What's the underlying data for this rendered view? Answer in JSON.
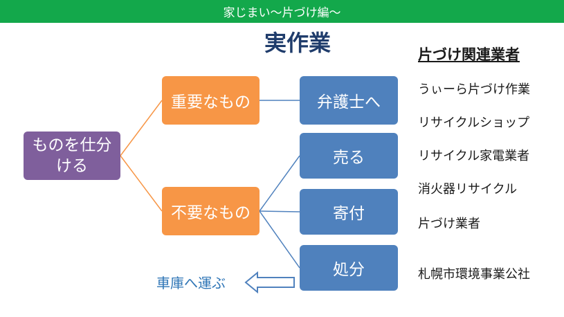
{
  "header": {
    "title": "家じまい～片づけ編～"
  },
  "main_title": "実作業",
  "diagram": {
    "root": "ものを仕分ける",
    "important": "重要なもの",
    "unneeded": "不要なもの",
    "lawyer": "弁護士へ",
    "sell": "売る",
    "donate": "寄付",
    "dispose": "処分",
    "garage": "車庫へ運ぶ"
  },
  "vendors": {
    "heading": "片づけ関連業者",
    "items": [
      "うぃーら片づけ作業",
      "リサイクルショップ",
      "リサイクル家電業者",
      "消火器リサイクル",
      "片づけ業者",
      "札幌市環境事業公社"
    ]
  },
  "colors": {
    "header_bg": "#13a84b",
    "title": "#1f3c6b",
    "root": "#7f5f9c",
    "category": "#f79646",
    "action": "#4f81bd",
    "connector_orange": "#f79646",
    "connector_blue": "#4f81bd",
    "garage_text": "#2e75b6"
  },
  "icons": {
    "garage_arrow": "left-arrow-outline-icon"
  }
}
